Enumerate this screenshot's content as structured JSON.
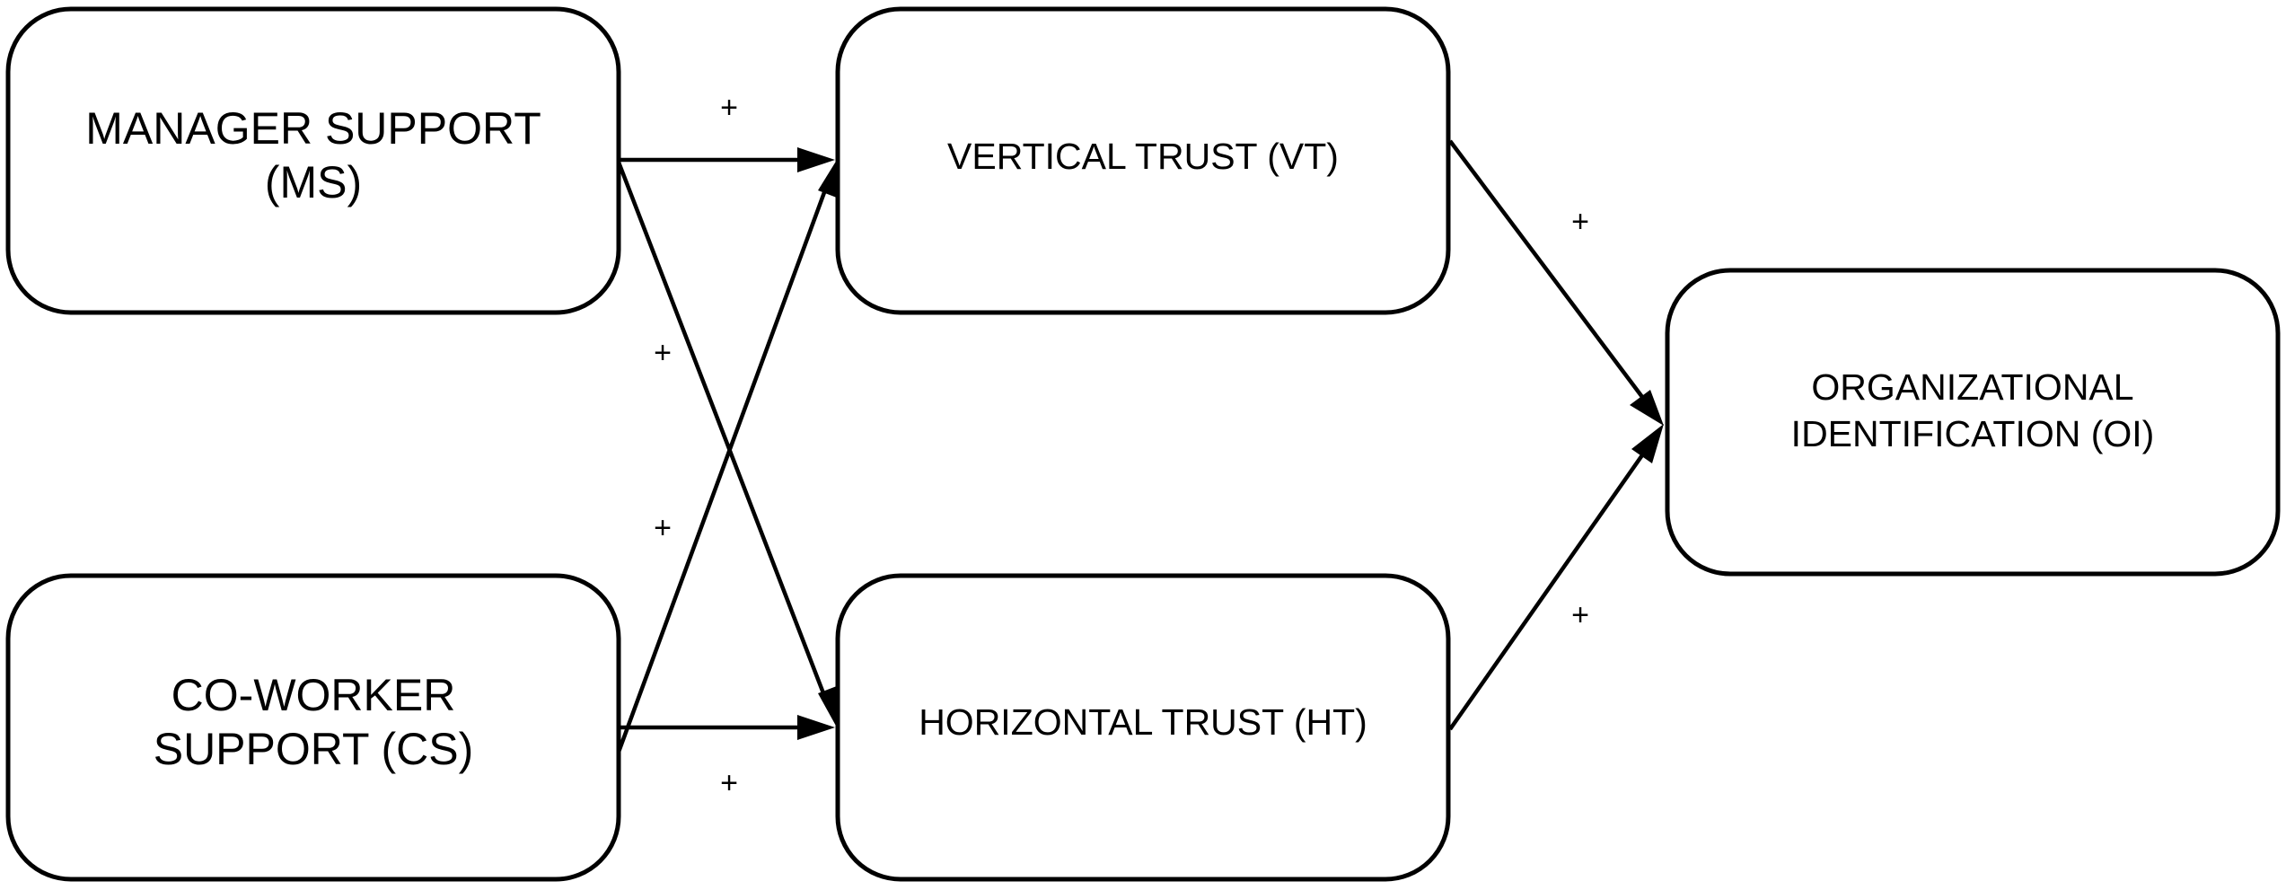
{
  "diagram": {
    "nodes": [
      {
        "id": "ms",
        "lines": [
          "MANAGER SUPPORT",
          "(MS)"
        ]
      },
      {
        "id": "cs",
        "lines": [
          "CO-WORKER",
          "SUPPORT (CS)"
        ]
      },
      {
        "id": "vt",
        "lines": [
          "VERTICAL TRUST (VT)"
        ]
      },
      {
        "id": "ht",
        "lines": [
          "HORIZONTAL TRUST (HT)"
        ]
      },
      {
        "id": "oi",
        "lines": [
          "ORGANIZATIONAL",
          "IDENTIFICATION (OI)"
        ]
      }
    ],
    "edges": [
      {
        "from": "ms",
        "to": "vt",
        "sign": "+"
      },
      {
        "from": "ms",
        "to": "ht",
        "sign": "+"
      },
      {
        "from": "cs",
        "to": "vt",
        "sign": "+"
      },
      {
        "from": "cs",
        "to": "ht",
        "sign": "+"
      },
      {
        "from": "vt",
        "to": "oi",
        "sign": "+"
      },
      {
        "from": "ht",
        "to": "oi",
        "sign": "+"
      }
    ]
  }
}
